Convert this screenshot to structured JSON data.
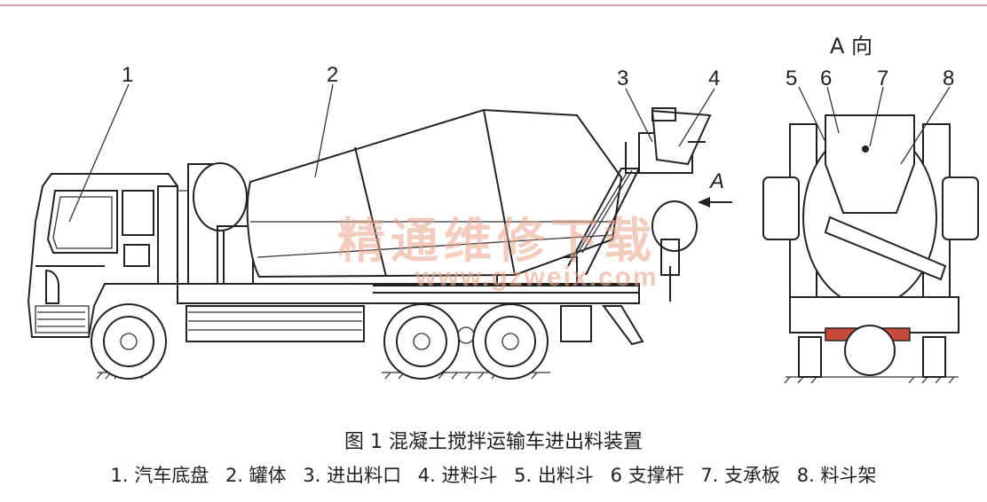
{
  "figure": {
    "callouts": {
      "n1": "1",
      "n2": "2",
      "n3": "3",
      "n4": "4",
      "n5": "5",
      "n6": "6",
      "n7": "7",
      "n8": "8"
    },
    "arrow_label": "A",
    "view_title": "A 向",
    "watermark_text": "精通维修下载",
    "watermark_url": "www.gzweix.com",
    "caption": "图 1  混凝土搅拌运输车进出料装置",
    "legend": [
      "1. 汽车底盘",
      "2. 罐体",
      "3. 进出料口",
      "4. 进料斗",
      "5. 出料斗",
      "6 支撑杆",
      "7. 支承板",
      "8. 料斗架"
    ]
  }
}
